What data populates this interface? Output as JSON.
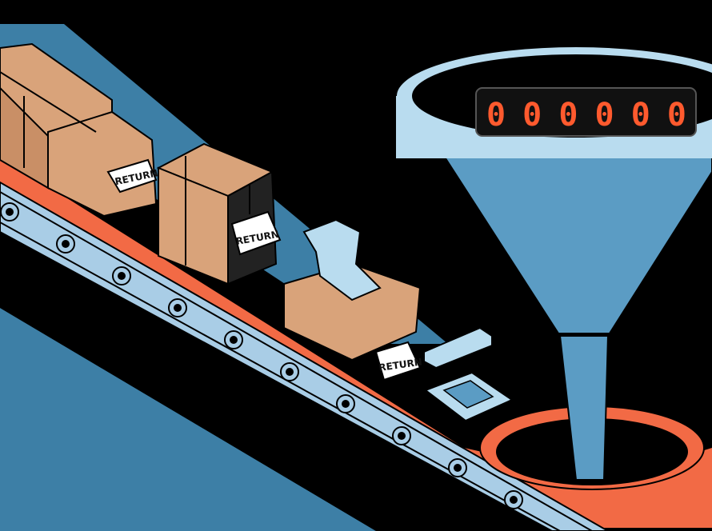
{
  "illustration": {
    "counter_display": "000000",
    "tags": [
      "RETURN",
      "RETURN",
      "RETURN"
    ],
    "colors": {
      "background": "#000000",
      "belt_surface": "#f26a45",
      "belt_frame": "#a9cde6",
      "floor_blue": "#3d7fa6",
      "funnel": "#5b9cc4",
      "funnel_light": "#b9dcef",
      "cardboard": "#d9a37a",
      "counter_digits": "#ff5a2e"
    },
    "icons": [
      "cardboard-box",
      "return-tag",
      "funnel",
      "digital-counter",
      "conveyor-roller",
      "tablet-device",
      "hole"
    ]
  }
}
